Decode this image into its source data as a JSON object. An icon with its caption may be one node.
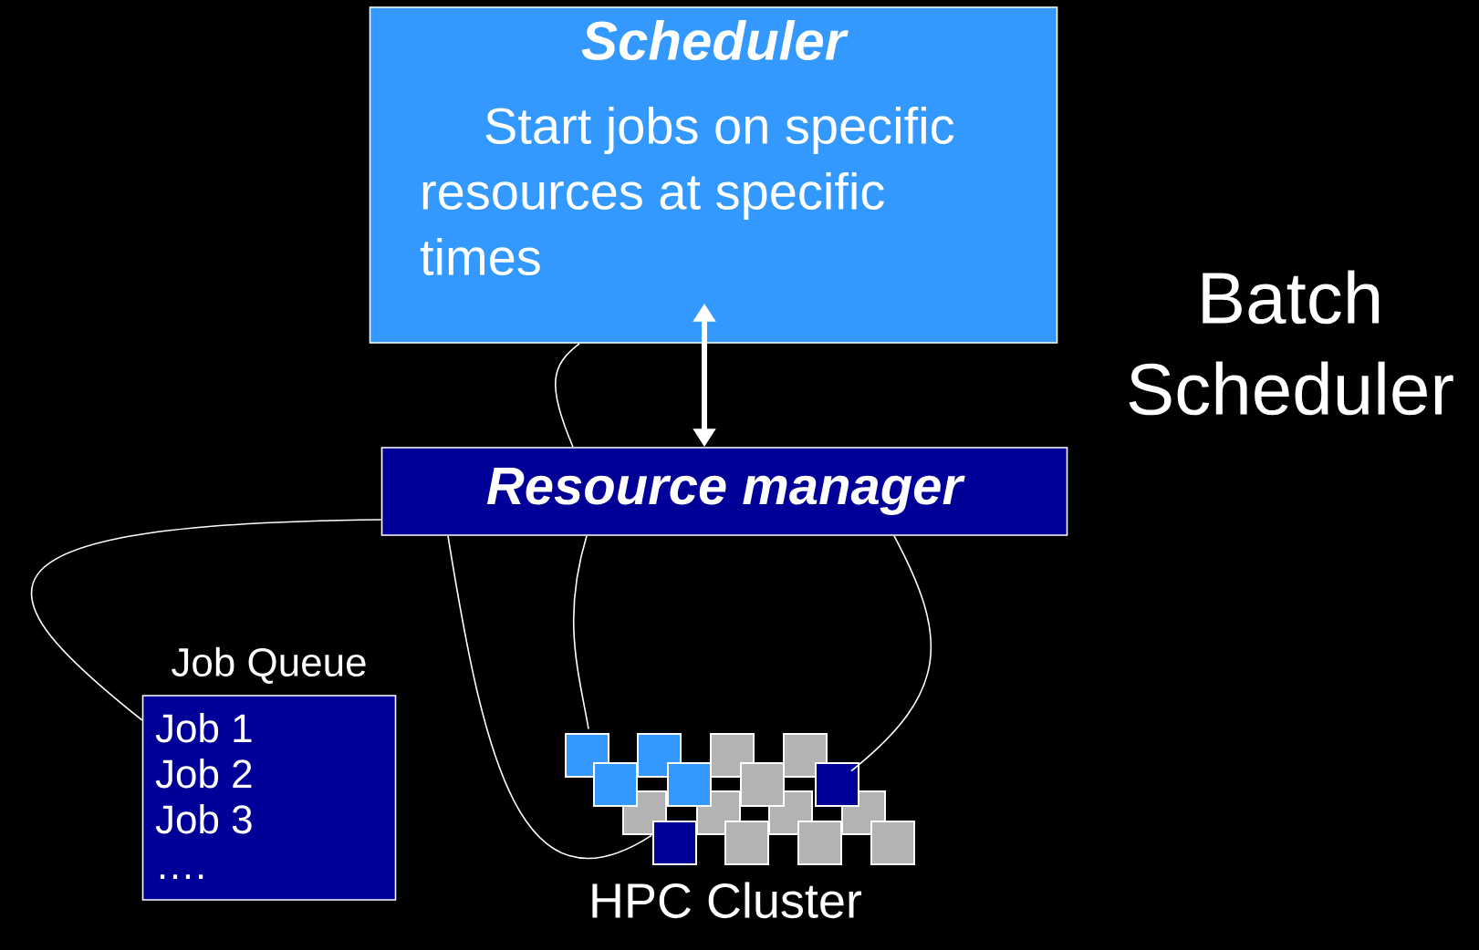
{
  "diagram": {
    "nodes": [
      {
        "text": [
          "Scheduler",
          "Start jobs on specific resources at specific times"
        ]
      },
      {
        "text": [
          "Resource manager"
        ]
      },
      {
        "text": [
          "Job Queue",
          "Job 1",
          "Job 2",
          "Job 3",
          "…."
        ]
      },
      {
        "text": [
          "HPC Cluster"
        ]
      }
    ],
    "edges": [
      {
        "from": 1,
        "to": 0,
        "arrow": "none"
      },
      {
        "from": 0,
        "to": 1,
        "arrow": "both",
        "style": "thick"
      },
      {
        "from": 1,
        "to": 2,
        "arrow": "none"
      },
      {
        "from": 1,
        "to": 3,
        "arrow": "none"
      },
      {
        "from": 1,
        "to": 3,
        "arrow": "none"
      },
      {
        "from": 1,
        "to": 3,
        "arrow": "none"
      }
    ],
    "labels": [
      "Batch Scheduler"
    ]
  }
}
